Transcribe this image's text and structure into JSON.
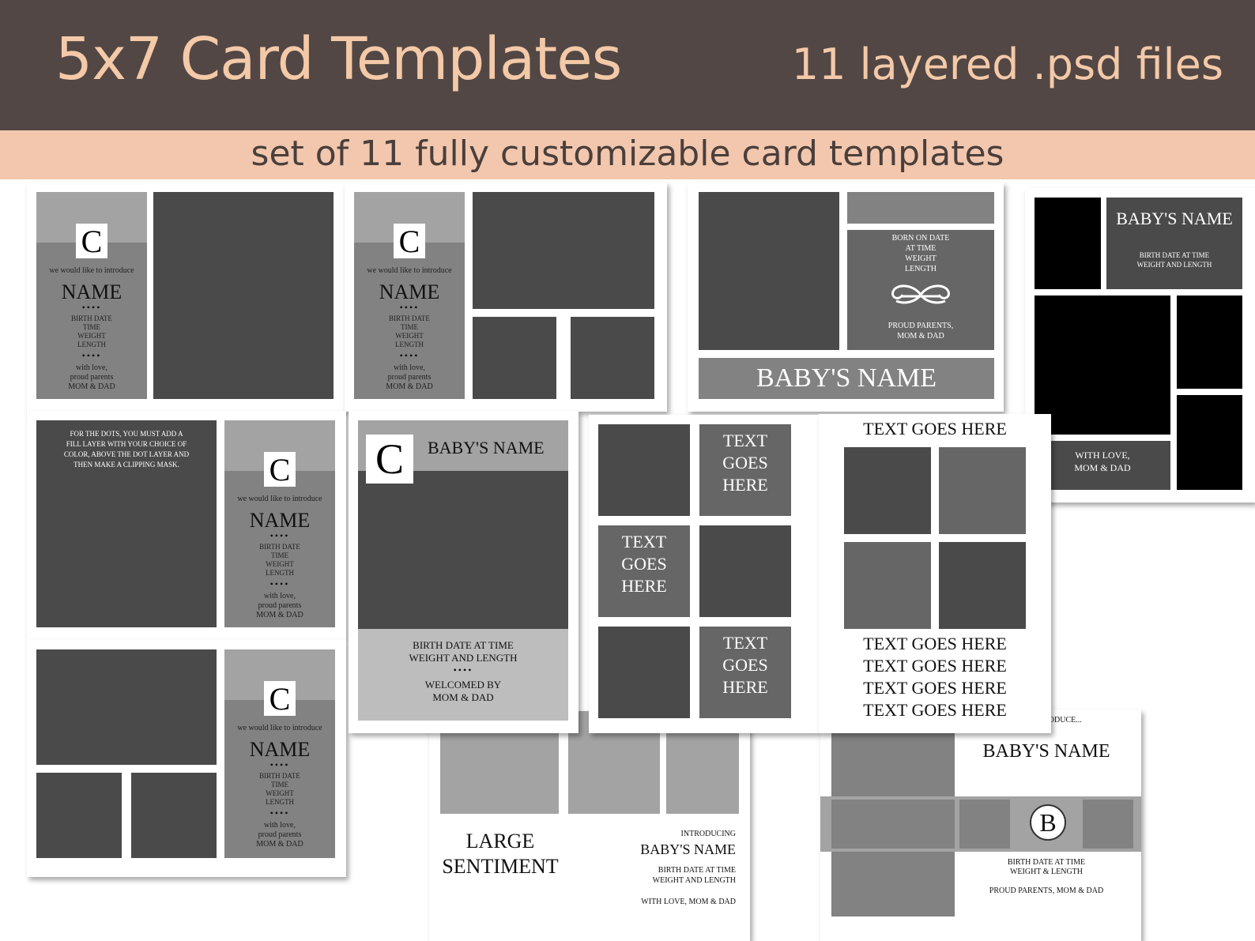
{
  "header": {
    "title": "5x7 Card Templates",
    "file_count": "11 layered .psd files",
    "subtitle": "set of 11 fully customizable card templates"
  },
  "colors": {
    "header_bg": "#524744",
    "header_text": "#f3c9a8",
    "band_bg": "#f2c7ad",
    "band_text": "#4a3f3c"
  },
  "common": {
    "monogram_c": "C",
    "monogram_b": "B",
    "intro": "we would like to introduce",
    "name": "NAME",
    "dots": "••••",
    "birth_lines": [
      "BIRTH DATE",
      "TIME",
      "WEIGHT",
      "LENGTH"
    ],
    "love_lines": [
      "with love,",
      "proud parents",
      "MOM & DAD"
    ],
    "text_goes_here": "TEXT GOES HERE",
    "text_goes_here_stack": [
      "TEXT",
      "GOES",
      "HERE"
    ]
  },
  "card3": {
    "details": [
      "BORN ON DATE",
      "AT TIME",
      "WEIGHT",
      "LENGTH"
    ],
    "parents": [
      "PROUD PARENTS,",
      "MOM & DAD"
    ],
    "name": "BABY'S NAME"
  },
  "card4": {
    "name": "BABY'S NAME",
    "details": [
      "BIRTH DATE AT TIME",
      "WEIGHT AND LENGTH"
    ],
    "footer": [
      "WITH LOVE,",
      "MOM & DAD"
    ]
  },
  "card5": {
    "note": [
      "FOR THE DOTS, YOU MUST ADD A",
      "FILL LAYER WITH YOUR CHOICE OF",
      "COLOR, ABOVE THE DOT LAYER AND",
      "THEN MAKE A CLIPPING MASK."
    ]
  },
  "card6": {
    "name": "BABY'S NAME",
    "details": [
      "BIRTH DATE AT TIME",
      "WEIGHT AND LENGTH"
    ],
    "footer": [
      "WELCOMED BY",
      "MOM & DAD"
    ]
  },
  "card9": {
    "sentiment": [
      "LARGE",
      "SENTIMENT"
    ],
    "introducing": "INTRODUCING",
    "name": "BABY'S NAME",
    "details": [
      "BIRTH DATE AT TIME",
      "WEIGHT AND LENGTH"
    ],
    "footer": "WITH LOVE, MOM & DAD"
  },
  "card10": {
    "intro_fragment": "TRODUCE...",
    "name": "BABY'S NAME",
    "details": [
      "BIRTH DATE AT TIME",
      "WEIGHT & LENGTH"
    ],
    "parents": "PROUD PARENTS, MOM & DAD"
  }
}
